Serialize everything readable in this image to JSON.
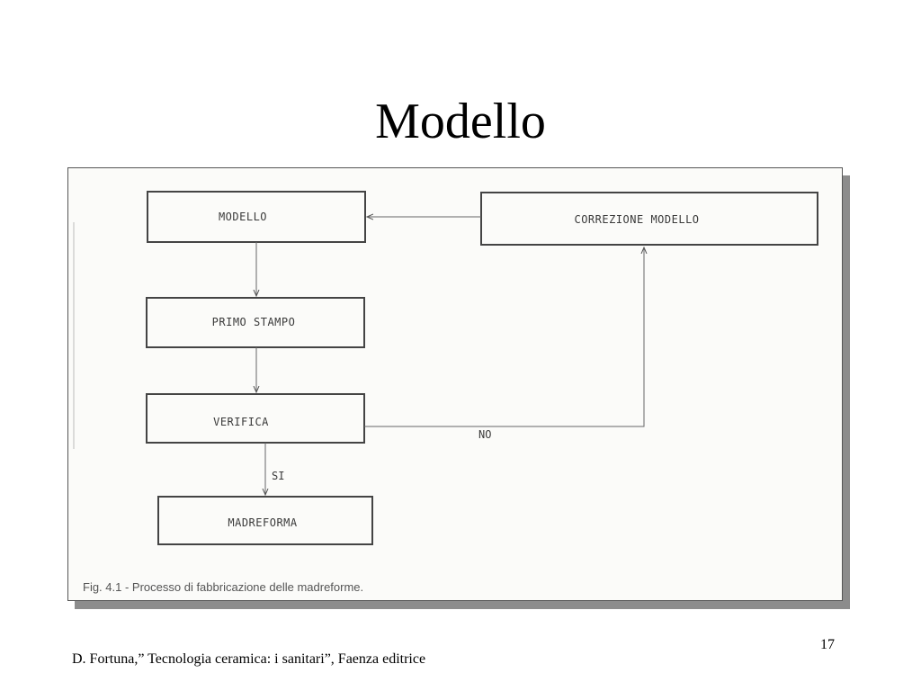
{
  "slide": {
    "title": "Modello",
    "citation": "D. Fortuna,” Tecnologia ceramica: i sanitari”, Faenza editrice",
    "page_number": "17"
  },
  "diagram": {
    "nodes": {
      "modello": "MODELLO",
      "correzione": "CORREZIONE MODELLO",
      "primo_stampo": "PRIMO STAMPO",
      "verifica": "VERIFICA",
      "madreforma": "MADREFORMA"
    },
    "edges": {
      "no_label": "NO",
      "si_label": "SI"
    },
    "caption": "Fig. 4.1 - Processo di fabbricazione delle madreforme."
  }
}
